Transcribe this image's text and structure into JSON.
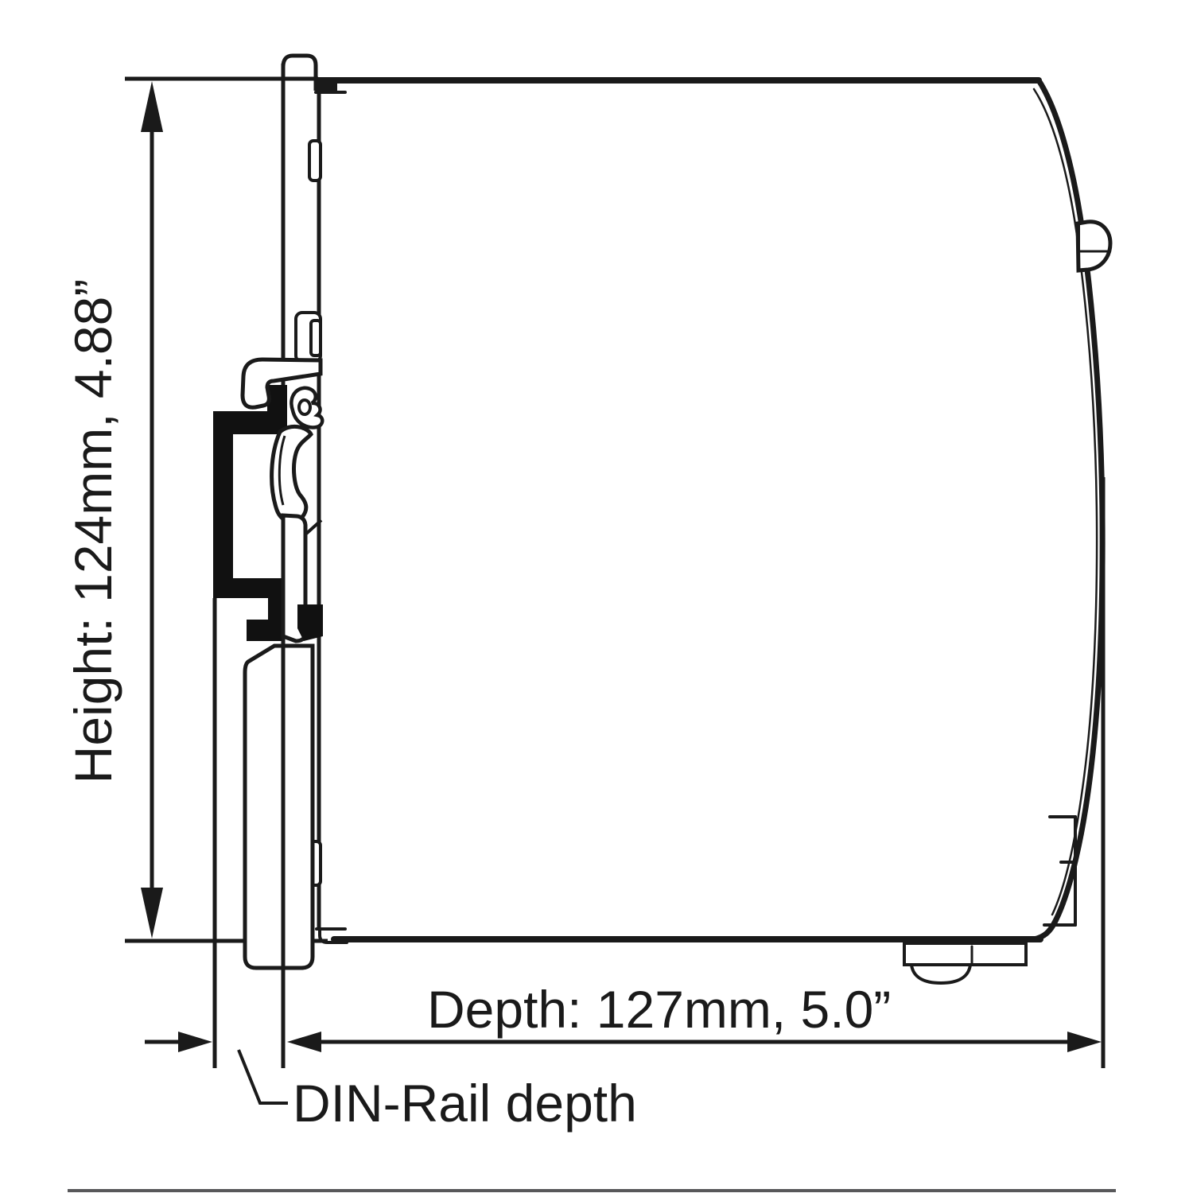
{
  "diagram": {
    "type": "technical-dimension-drawing",
    "subject": "din-rail-mounted-device-side-view",
    "labels": {
      "height_label": "Height: 124mm,  4.88”",
      "depth_label": "Depth: 127mm,  5.0”",
      "din_rail_label": "DIN-Rail depth"
    },
    "dimensions": {
      "height_mm": 124,
      "height_in": 4.88,
      "depth_mm": 127,
      "depth_in": 5.0
    },
    "colors": {
      "line": "#1a1a1a",
      "fill_black": "#111111",
      "separator": "#58585a",
      "background": "#ffffff"
    }
  }
}
